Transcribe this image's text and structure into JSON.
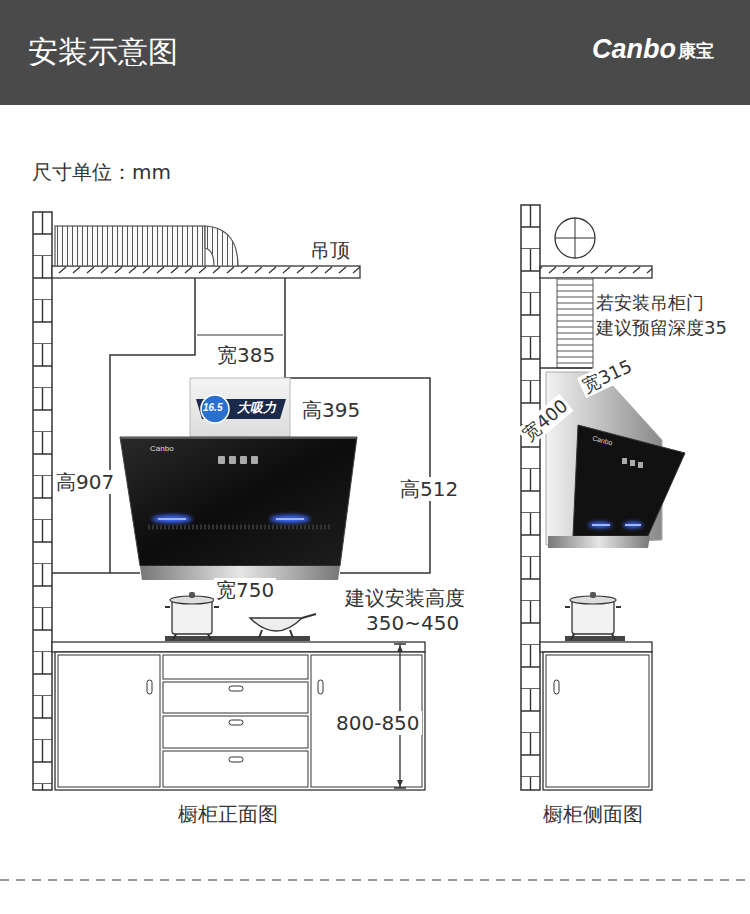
{
  "diagram": {
    "title": "安装示意图",
    "labels": [
      "Canbo",
      "康宝",
      "尺寸单位：mm",
      "吊顶",
      "宽385",
      "16.5",
      "大吸力",
      "高395",
      "Canbo",
      "高907",
      "高512",
      "宽750",
      "建议安装高度",
      "350~450",
      "800-850",
      "橱柜正面图",
      "若安装吊柜门",
      "建议预留深度35",
      "宽400",
      "宽315",
      "Canbo",
      "橱柜侧面图"
    ]
  }
}
